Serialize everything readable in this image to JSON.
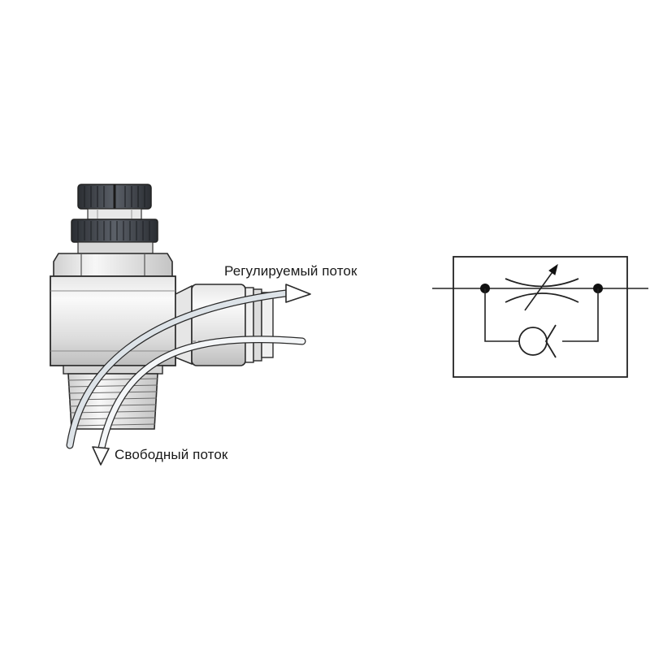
{
  "labels": {
    "regulated_flow": "Регулируемый поток",
    "free_flow": "Свободный поток"
  },
  "colors": {
    "outline": "#2a2a2a",
    "knob": "#3a3d42",
    "knob_light": "#6e737a",
    "body_shade": "#c9c9c9",
    "body_light": "#f2f2f2",
    "flow_fill": "#d9dfe4",
    "background": "#ffffff"
  },
  "parts": {
    "fitting": "flow-control-fitting",
    "symbol": "throttle-check-valve-symbol"
  }
}
